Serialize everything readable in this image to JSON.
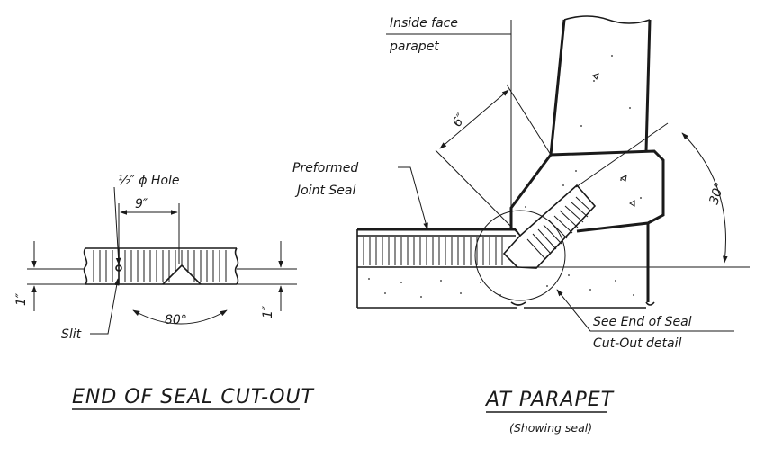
{
  "left_detail": {
    "title": "END OF SEAL CUT-OUT",
    "hole_label": "½″ ϕ Hole",
    "width_dim": "9″",
    "angle_dim": "80°",
    "slit_label": "Slit",
    "left_depth_dim": "1″",
    "right_depth_dim": "1″"
  },
  "right_detail": {
    "title": "AT PARAPET",
    "subtitle": "(Showing seal)",
    "parapet_label_line1": "Inside face",
    "parapet_label_line2": "parapet",
    "seal_label_line1": "Preformed",
    "seal_label_line2": "Joint Seal",
    "offset_dim": "6″",
    "angle_dim": "30°",
    "callout_line1": "See End of Seal",
    "callout_line2": "Cut-Out detail"
  }
}
